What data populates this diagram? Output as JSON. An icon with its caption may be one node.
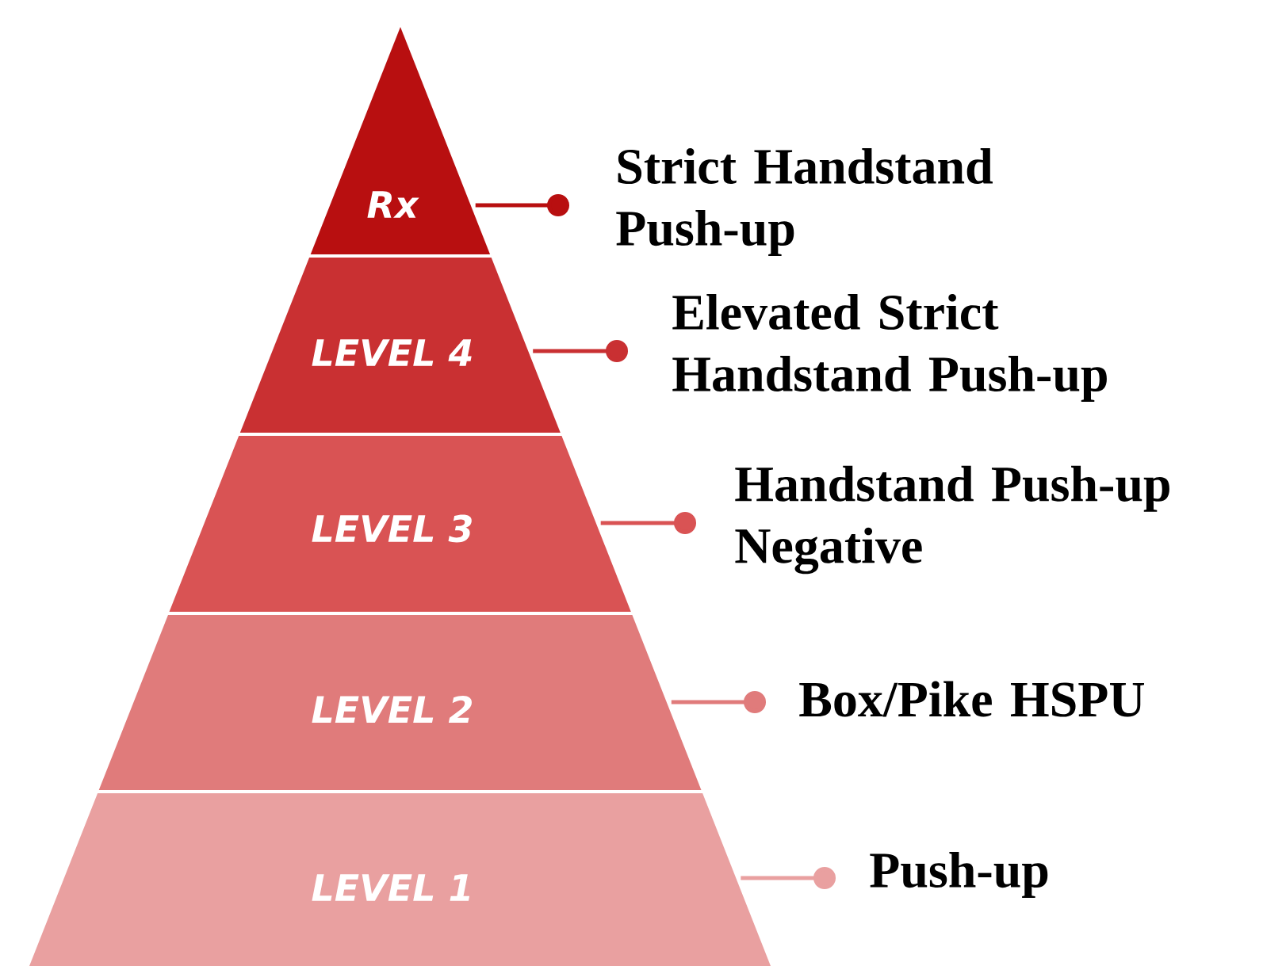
{
  "diagram": {
    "nodes": [
      {
        "text": [
          "Rx"
        ]
      },
      {
        "text": [
          "LEVEL 4"
        ]
      },
      {
        "text": [
          "LEVEL 3"
        ]
      },
      {
        "text": [
          "LEVEL 2"
        ]
      },
      {
        "text": [
          "LEVEL 1"
        ]
      },
      {
        "text": [
          "Strict Handstand Push-up"
        ]
      },
      {
        "text": [
          "Elevated Strict Handstand Push-up"
        ]
      },
      {
        "text": [
          "Handstand Push-up Negative"
        ]
      },
      {
        "text": [
          "Box/Pike HSPU"
        ]
      },
      {
        "text": [
          "Push-up"
        ]
      }
    ],
    "edges": [
      {
        "from": 0,
        "to": 5,
        "arrow": "other",
        "color": "#b80f10"
      },
      {
        "from": 1,
        "to": 6,
        "arrow": "other",
        "color": "#c93032"
      },
      {
        "from": 2,
        "to": 7,
        "arrow": "other",
        "color": "#d95354"
      },
      {
        "from": 3,
        "to": 8,
        "arrow": "other",
        "color": "#e07b7b"
      },
      {
        "from": 4,
        "to": 9,
        "arrow": "other",
        "color": "#e9a0a0"
      }
    ]
  }
}
